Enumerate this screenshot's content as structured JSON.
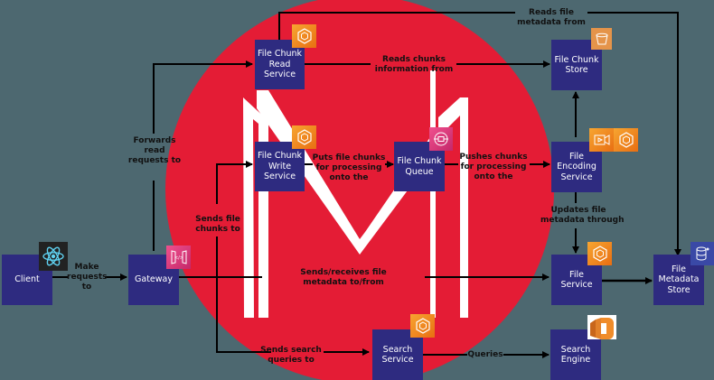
{
  "colors": {
    "background": "#4d6870",
    "circle": "#e41c35",
    "node": "#2e2b80",
    "logo": "#ffffff",
    "arrow": "#000000"
  },
  "nodes": {
    "client": {
      "label": "Client",
      "icon": "react-icon"
    },
    "gateway": {
      "label": "Gateway",
      "icon": "api-gateway-icon"
    },
    "read_service": {
      "label": "File Chunk Read Service",
      "icon": "ecs-icon"
    },
    "write_service": {
      "label": "File Chunk Write Service",
      "icon": "ecs-icon"
    },
    "queue": {
      "label": "File Chunk Queue",
      "icon": "sqs-icon"
    },
    "chunk_store": {
      "label": "File Chunk Store",
      "icon": "s3-bucket-icon"
    },
    "encoding_service": {
      "label": "File Encoding Service",
      "icon": "media-convert-icon"
    },
    "file_service": {
      "label": "File Service",
      "icon": "ecs-icon"
    },
    "metadata_store": {
      "label": "File Metadata Store",
      "icon": "database-icon"
    },
    "search_service": {
      "label": "Search Service",
      "icon": "ecs-icon"
    },
    "search_engine": {
      "label": "Search Engine",
      "icon": "elasticsearch-icon"
    }
  },
  "edges": {
    "make_requests": "Make requests to",
    "forwards_read": "Forwards read requests to",
    "sends_chunks": "Sends file chunks to",
    "reads_chunks_info": "Reads chunks information from",
    "reads_metadata": "Reads file metadata from",
    "puts_chunks": "Puts file chunks for processing onto the",
    "pushes_chunks": "Pushes chunks for processing onto the",
    "updates_metadata": "Updates file metadata through",
    "sends_receives_metadata": "Sends/receives file metadata to/from",
    "sends_search": "Sends search queries to",
    "queries": "Queries"
  },
  "edge_lines": {
    "make_requests": [
      "Make",
      "requests",
      "to"
    ],
    "forwards_read": [
      "Forwards",
      "read",
      "requests to"
    ],
    "sends_chunks": [
      "Sends file",
      "chunks to"
    ],
    "reads_chunks_info": [
      "Reads chunks",
      "information from"
    ],
    "reads_metadata": [
      "Reads file",
      "metadata from"
    ],
    "puts_chunks": [
      "Puts file chunks",
      "for processing",
      "onto the"
    ],
    "pushes_chunks": [
      "Pushes chunks",
      "for processing",
      "onto the"
    ],
    "updates_metadata": [
      "Updates file",
      "metadata through"
    ],
    "sends_receives_metadata": [
      "Sends/receives file",
      "metadata to/from"
    ],
    "sends_search": [
      "Sends search",
      "queries to"
    ],
    "queries": [
      "Queries"
    ]
  },
  "node_lines": {
    "client": [
      "Client"
    ],
    "gateway": [
      "Gateway"
    ],
    "read_service": [
      "File Chunk",
      "Read",
      "Service"
    ],
    "write_service": [
      "File Chunk",
      "Write",
      "Service"
    ],
    "queue": [
      "File Chunk",
      "Queue"
    ],
    "chunk_store": [
      "File Chunk",
      "Store"
    ],
    "encoding_service": [
      "File",
      "Encoding",
      "Service"
    ],
    "file_service": [
      "File",
      "Service"
    ],
    "metadata_store": [
      "File",
      "Metadata",
      "Store"
    ],
    "search_service": [
      "Search",
      "Service"
    ],
    "search_engine": [
      "Search",
      "Engine"
    ]
  }
}
